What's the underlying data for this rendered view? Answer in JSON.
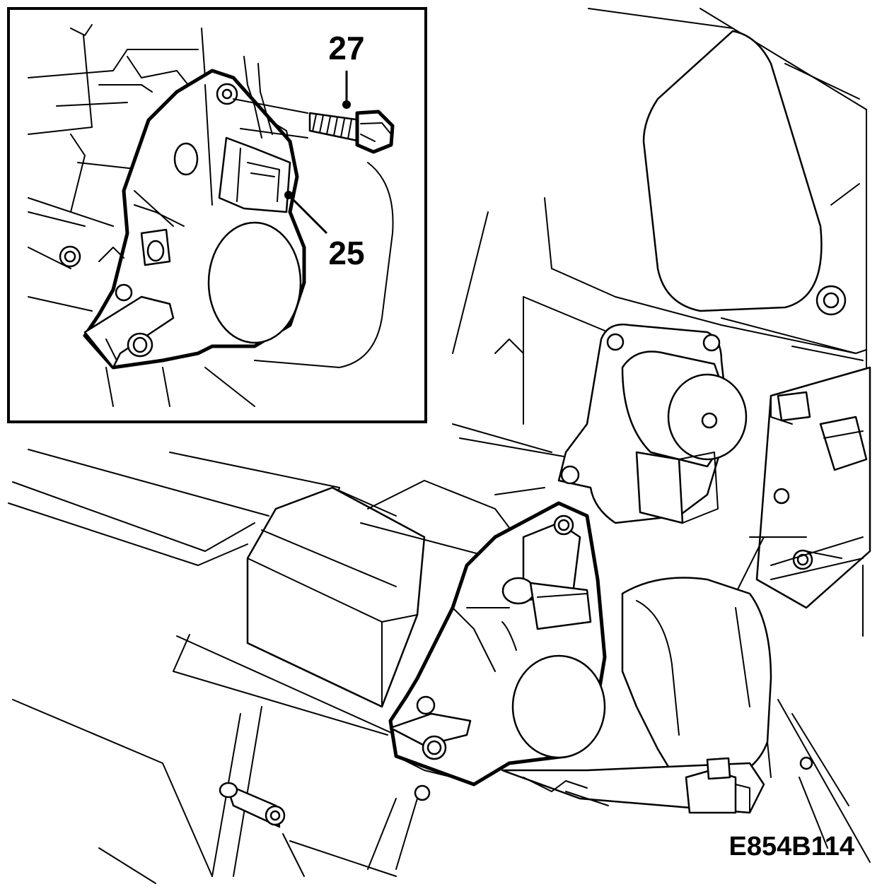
{
  "figure": {
    "code": "E854B114"
  },
  "callouts": [
    {
      "id": "bolt",
      "label": "27"
    },
    {
      "id": "connector",
      "label": "25"
    }
  ]
}
